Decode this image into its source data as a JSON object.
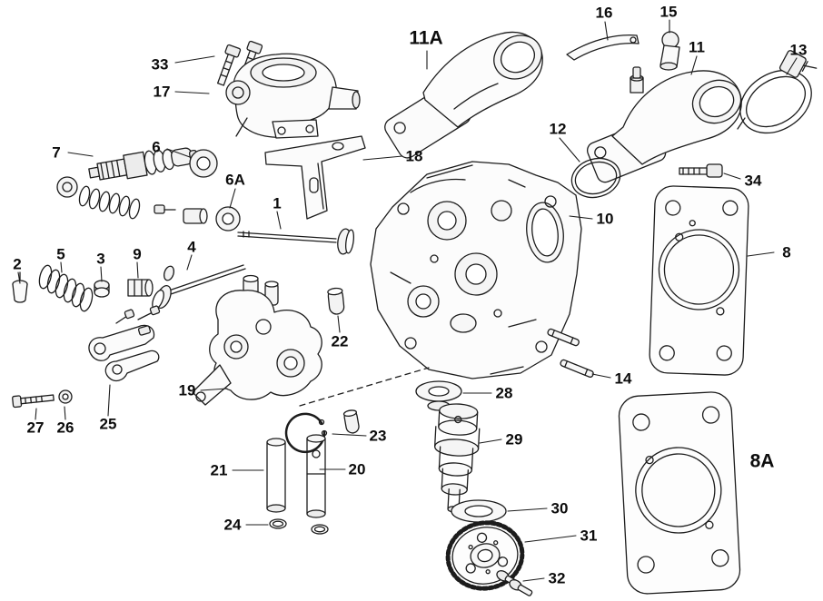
{
  "diagram": {
    "background_color": "#ffffff",
    "line_color": "#1c1c1c",
    "callouts": [
      {
        "label": "33"
      },
      {
        "label": "17"
      },
      {
        "label": "11A",
        "emphasis": true
      },
      {
        "label": "16"
      },
      {
        "label": "15"
      },
      {
        "label": "11"
      },
      {
        "label": "13"
      },
      {
        "label": "7"
      },
      {
        "label": "6"
      },
      {
        "label": "6A"
      },
      {
        "label": "18"
      },
      {
        "label": "12"
      },
      {
        "label": "34"
      },
      {
        "label": "1"
      },
      {
        "label": "10"
      },
      {
        "label": "8"
      },
      {
        "label": "2"
      },
      {
        "label": "5"
      },
      {
        "label": "3"
      },
      {
        "label": "9"
      },
      {
        "label": "4"
      },
      {
        "label": "22"
      },
      {
        "label": "14"
      },
      {
        "label": "19"
      },
      {
        "label": "28"
      },
      {
        "label": "27"
      },
      {
        "label": "26"
      },
      {
        "label": "25"
      },
      {
        "label": "23"
      },
      {
        "label": "29"
      },
      {
        "label": "21"
      },
      {
        "label": "20"
      },
      {
        "label": "8A",
        "emphasis": true
      },
      {
        "label": "30"
      },
      {
        "label": "24"
      },
      {
        "label": "31"
      },
      {
        "label": "32"
      }
    ]
  }
}
